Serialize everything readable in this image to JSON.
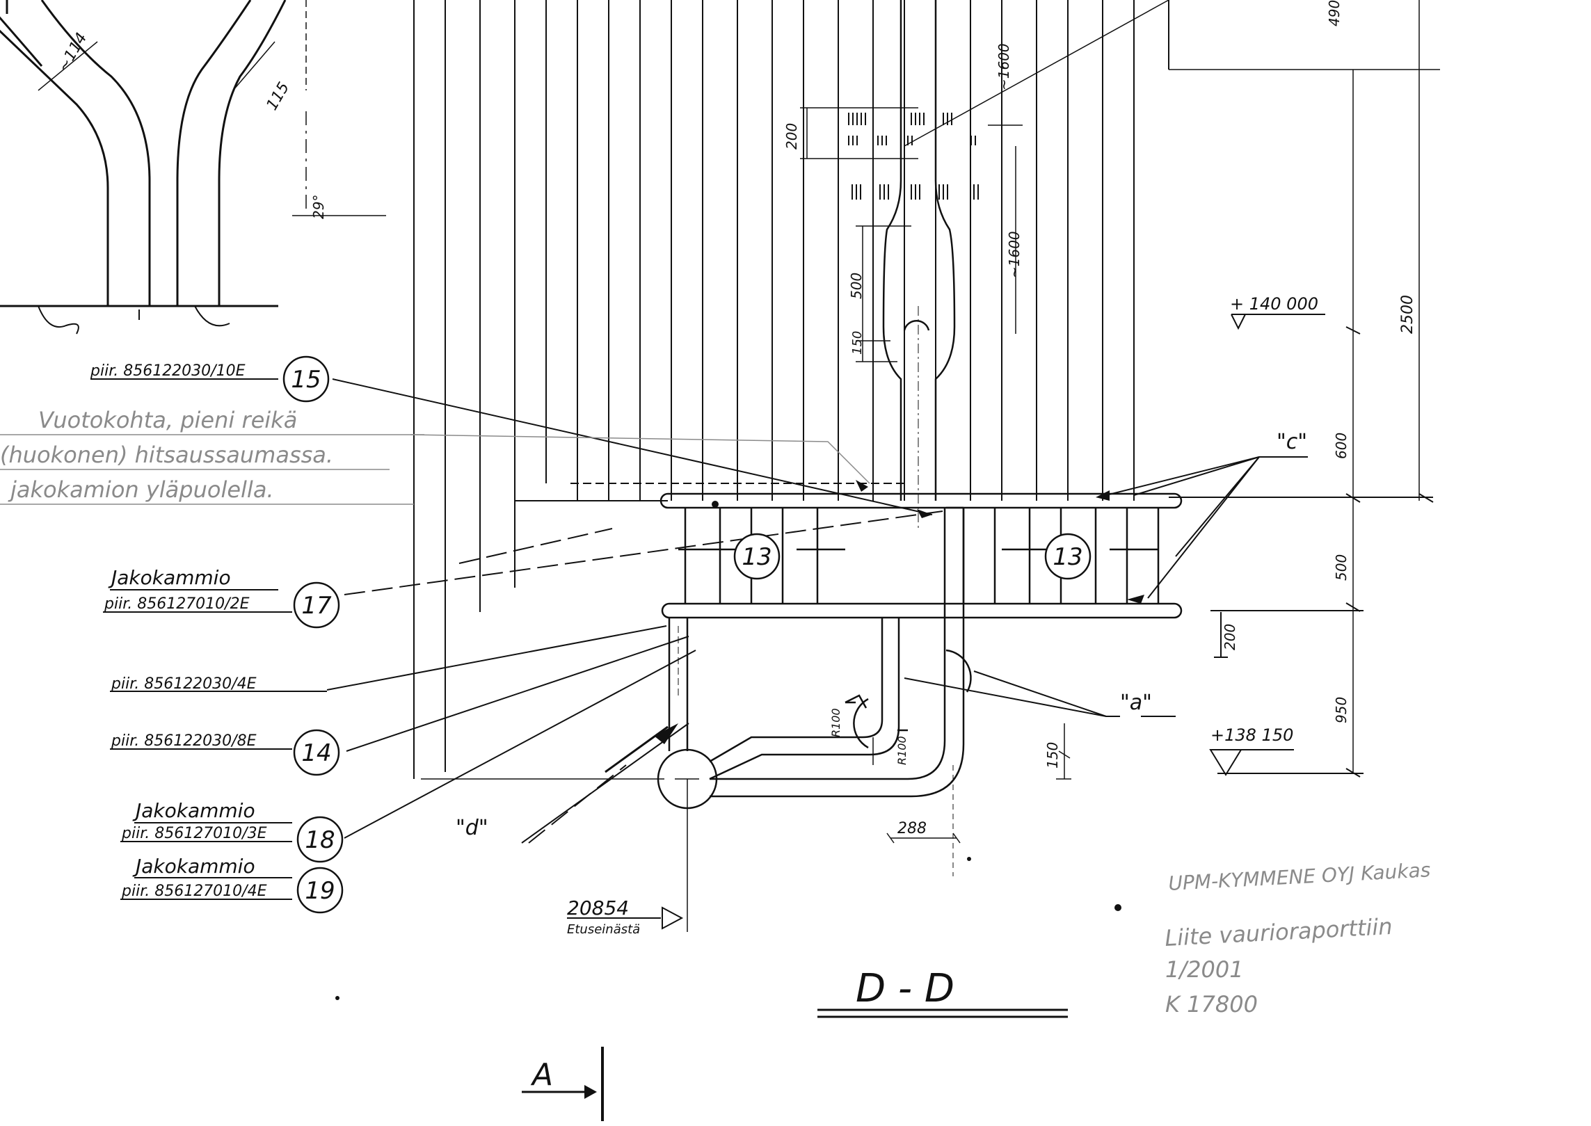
{
  "dimensions": {
    "d114": "~114",
    "d115": "115",
    "d29": "29°",
    "d200_top": "200",
    "d1600a": "~1600",
    "d1600b": "~1600",
    "d500": "500",
    "d150_small": "150",
    "d490": "490",
    "d2500": "2500",
    "d600": "600",
    "d500_right": "500",
    "d200_right": "200",
    "d950": "950",
    "d150_bottom": "150",
    "d288": "288",
    "r2100a": "R100",
    "r2100b": "R100"
  },
  "levels": {
    "top": "+ 140 000",
    "bottom": "+138 150"
  },
  "callouts": {
    "c15": "15",
    "c13a": "13",
    "c13b": "13",
    "c17": "17",
    "c14": "14",
    "c18": "18",
    "c19": "19"
  },
  "labels": {
    "ref15": "piir. 856122030/10E",
    "ref17_title": "Jakokammio",
    "ref17": "piir. 856127010/2E",
    "ref_4e": "piir. 856122030/4E",
    "ref14": "piir. 856122030/8E",
    "ref18_title": "Jakokammio",
    "ref18": "piir. 856127010/3E",
    "ref19_title": "Jakokammio",
    "ref19": "piir. 856127010/4E",
    "detail_c": "\"c\"",
    "detail_a": "\"a\"",
    "detail_d": "\"d\"",
    "distance_value": "20854",
    "distance_note": "Etuseinästä",
    "section_title": "D - D",
    "section_marker": "A"
  },
  "pencil_note": {
    "line1": "Vuotokohta, pieni reikä",
    "line2": "(huokonen) hitsaussaumassa.",
    "line3": "jakokamion yläpuolella."
  },
  "stamp": {
    "company": "UPM-KYMMENE OYJ Kaukas",
    "line2": "Liite vaurioraporttiin",
    "line3": "1/2001",
    "line4": "K 17800"
  }
}
